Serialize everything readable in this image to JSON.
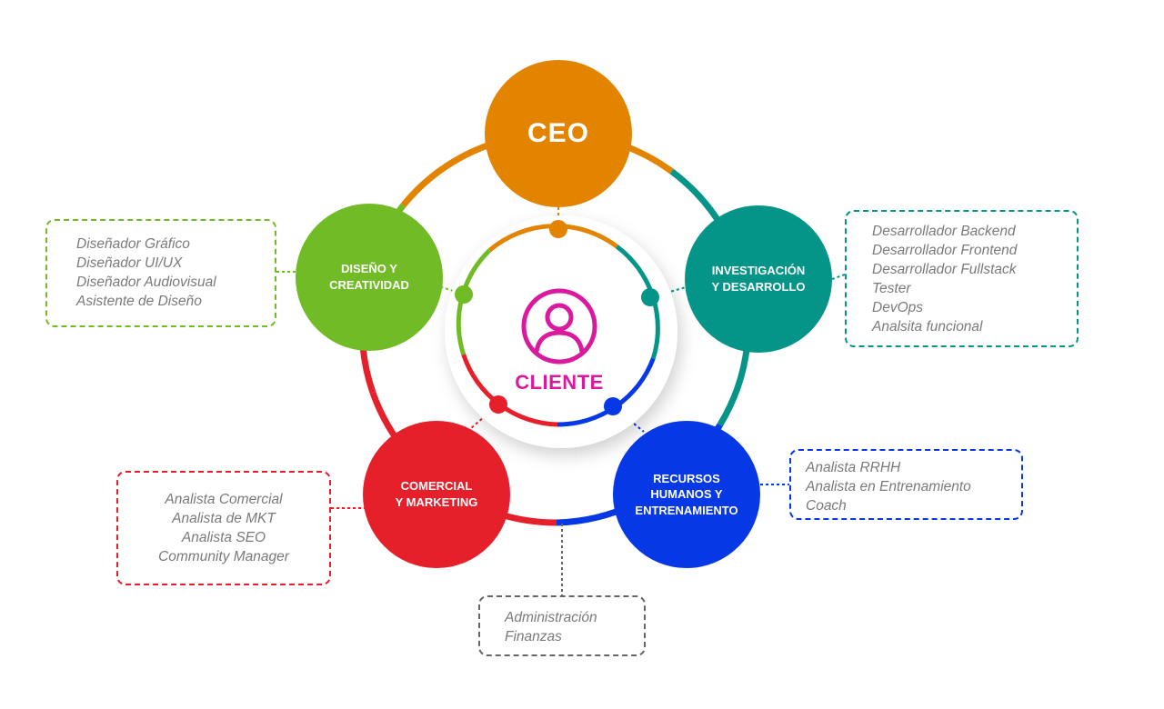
{
  "colors": {
    "ceo": "#e38400",
    "investigacion": "#059588",
    "diseno": "#71bb27",
    "comercial": "#e6202b",
    "recursos": "#0638e6",
    "cliente": "#d91a9f",
    "administracion": "#666666",
    "box_text": "#7a7a7a"
  },
  "nodes": {
    "ceo": {
      "label": "CEO"
    },
    "investigacion": {
      "label": "INVESTIGACIÓN\nY DESARROLLO"
    },
    "diseno": {
      "label": "DISEÑO Y\nCREATIVIDAD"
    },
    "comercial": {
      "label": "COMERCIAL\nY MARKETING"
    },
    "recursos": {
      "label": "RECURSOS\nHUMANOS Y\nENTRENAMIENTO"
    }
  },
  "center": {
    "label": "CLIENTE",
    "icon": "user-icon"
  },
  "boxes": {
    "diseno": [
      "Diseñador Gráfico",
      "Diseñador UI/UX",
      "Diseñador Audiovisual",
      "Asistente de Diseño"
    ],
    "investigacion": [
      "Desarrollador Backend",
      "Desarrollador Frontend",
      "Desarrollador Fullstack",
      "Tester",
      "DevOps",
      "Analsita funcional"
    ],
    "comercial": [
      "Analista Comercial",
      "Analista de MKT",
      "Analista SEO",
      "Community Manager"
    ],
    "recursos": [
      "Analista RRHH",
      "Analista en Entrenamiento",
      "Coach"
    ],
    "administracion": [
      "Administración",
      "Finanzas"
    ]
  }
}
